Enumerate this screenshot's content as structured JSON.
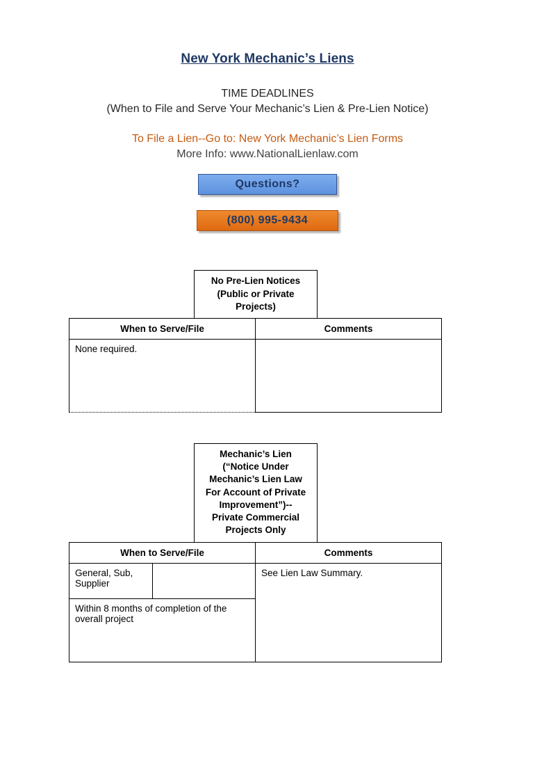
{
  "document": {
    "title": "New York Mechanic’s Liens",
    "subtitle_line1": "TIME DEADLINES",
    "subtitle_line2": "(When to File and Serve Your Mechanic’s Lien & Pre-Lien Notice)",
    "cta_line": "To File a Lien--Go to: New York Mechanic’s Lien Forms",
    "more_info_line": "More Info: www.NationalLienlaw.com"
  },
  "buttons": {
    "questions_label": "Questions?",
    "phone_label": "(800) 995-9434"
  },
  "colors": {
    "title_blue": "#1F3864",
    "cta_orange": "#C55A11",
    "button_blue": "#6FA0E8",
    "button_orange": "#E8761C"
  },
  "sections": [
    {
      "title": "No Pre-Lien Notices (Public or Private Projects)",
      "title_lines": [
        "No Pre-Lien Notices",
        "(Public or Private",
        "Projects)"
      ],
      "headers": [
        "When to Serve/File",
        "Comments"
      ],
      "rows": [
        {
          "when": "None required.",
          "comments": ""
        }
      ]
    },
    {
      "title": "Mechanic’s Lien (“Notice Under Mechanic’s Lien Law For Account of Private Improvement”)-- Private Commercial Projects Only",
      "title_lines": [
        "Mechanic’s Lien",
        "(“Notice Under",
        "Mechanic’s Lien Law",
        "For Account of Private",
        "Improvement”)--",
        "Private Commercial",
        "Projects Only"
      ],
      "headers": [
        "When to Serve/File",
        "Comments"
      ],
      "party_label": "General, Sub, Supplier",
      "rows": [
        {
          "when": "Within 8 months of completion of the overall project",
          "comments": "See Lien Law Summary."
        }
      ]
    }
  ]
}
